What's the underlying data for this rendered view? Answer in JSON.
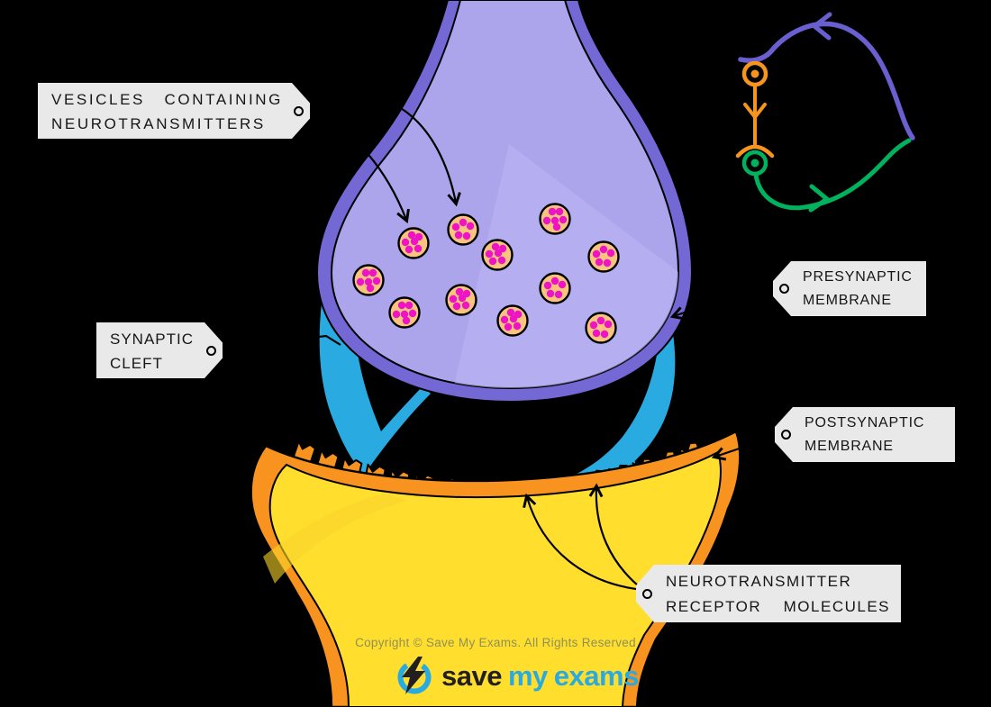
{
  "labels": {
    "vesicles": {
      "line1": "VESICLES CONTAINING",
      "line2": "NEUROTRANSMITTERS"
    },
    "synaptic_cleft": {
      "line1": "SYNAPTIC",
      "line2": "CLEFT"
    },
    "presynaptic_membrane": {
      "line1": "PRESYNAPTIC",
      "line2": "MEMBRANE"
    },
    "postsynaptic_membrane": {
      "line1": "POSTSYNAPTIC",
      "line2": "MEMBRANE"
    },
    "receptor_molecules": {
      "line1": "NEUROTRANSMITTER",
      "line2": "RECEPTOR MOLECULES"
    }
  },
  "footer": {
    "copyright": "Copyright © Save My Exams. All Rights Reserved",
    "logo": {
      "word1": "save",
      "word2": "my",
      "word3": "exams"
    }
  },
  "diagram": {
    "vesicle_count": 11,
    "receptor_tooth_count": 17
  },
  "colors": {
    "background": "#000000",
    "outline": "#000000",
    "bulb_membrane": "#7468D4",
    "bulb_inner": "#ACA5EC",
    "bulb_highlight": "#BDB7F3",
    "vesicle_fill": "#FBC47E",
    "vesicle_dot": "#EF13C6",
    "cleft_blue": "#29ABE2",
    "cell_orange": "#F7931E",
    "cell_yellow": "#FFDE2E",
    "cell_streak": "#F8D32A",
    "tag_bg": "#E9E9E9",
    "tag_text": "#161616",
    "copyright_text": "#8F9055",
    "logo_dark": "#231F20",
    "logo_blue": "#29ABE2",
    "inset_purple": "#6A5FD0",
    "inset_orange": "#F7941E",
    "inset_green": "#00B15D"
  }
}
